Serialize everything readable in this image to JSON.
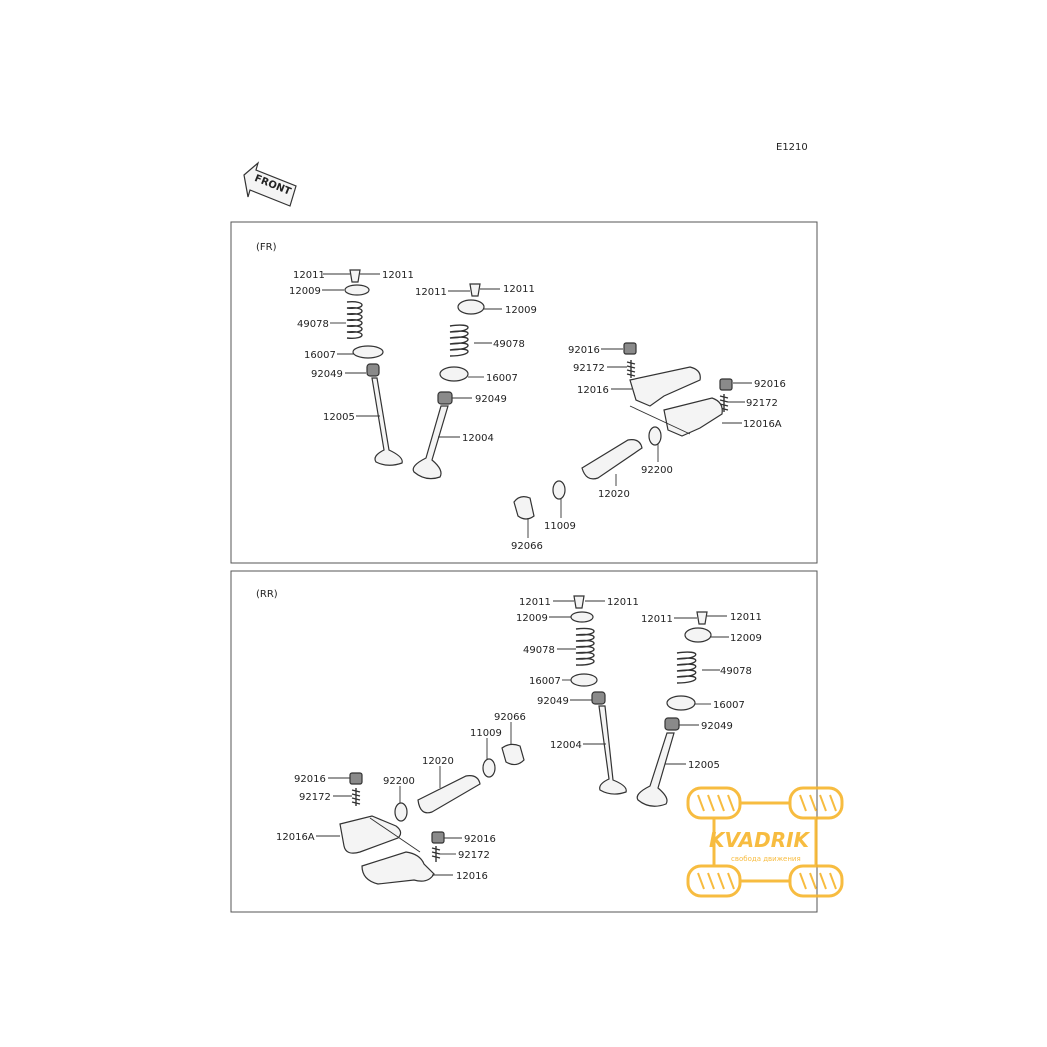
{
  "diagram_code": "E1210",
  "front_label": "FRONT",
  "brand_color": "#f7b52c",
  "sections": [
    {
      "label": "(FR)",
      "callouts": [
        "12011",
        "12011",
        "12009",
        "49078",
        "16007",
        "92049",
        "12005",
        "12011",
        "12011",
        "12009",
        "49078",
        "16007",
        "92049",
        "12004",
        "92016",
        "92172",
        "12016",
        "92016",
        "92172",
        "12016A",
        "92200",
        "12020",
        "11009",
        "92066"
      ]
    },
    {
      "label": "(RR)",
      "callouts": [
        "12011",
        "12011",
        "12009",
        "49078",
        "16007",
        "92049",
        "12004",
        "12011",
        "12011",
        "12009",
        "49078",
        "16007",
        "92049",
        "12005",
        "92066",
        "11009",
        "12020",
        "92200",
        "92016",
        "92172",
        "12016A",
        "92016",
        "92172",
        "12016"
      ]
    }
  ],
  "watermark": {
    "name": "KVADRIK",
    "tagline": "свобода движения"
  }
}
